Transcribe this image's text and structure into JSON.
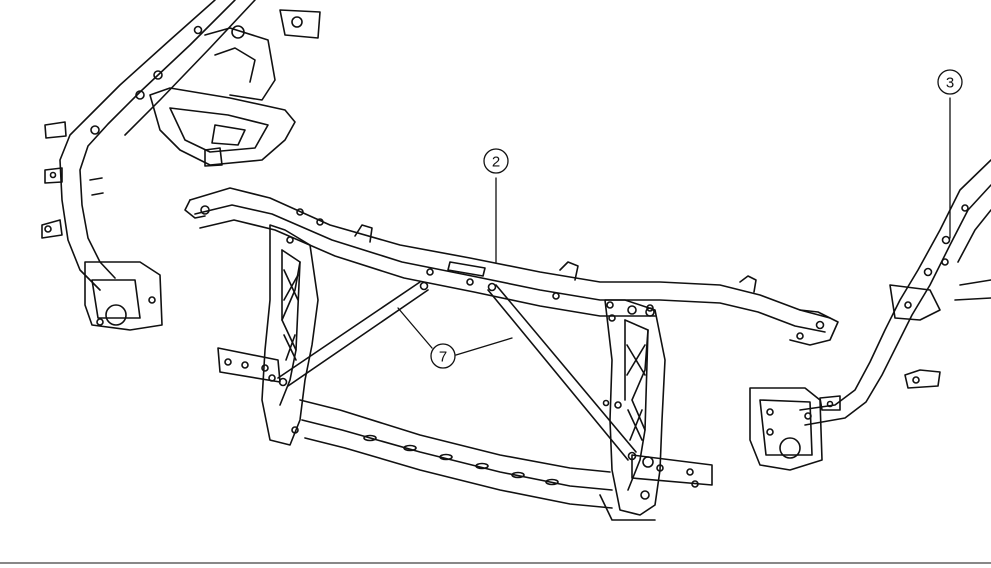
{
  "diagram": {
    "callouts": [
      {
        "id": "callout-2",
        "label": "2"
      },
      {
        "id": "callout-3",
        "label": "3"
      },
      {
        "id": "callout-7",
        "label": "7"
      }
    ],
    "colors": {
      "ink": "#111111",
      "background": "#ffffff",
      "rule": "#888888"
    }
  }
}
